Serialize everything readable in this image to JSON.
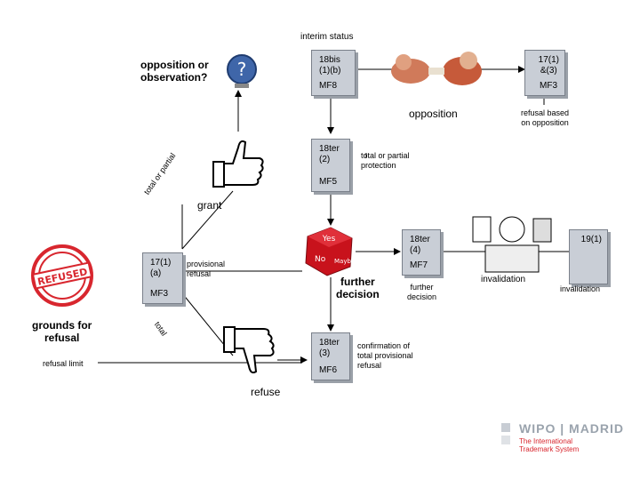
{
  "title": "interim status",
  "question": "opposition or\nobservation?",
  "boxes": {
    "b18bis": {
      "top": "18bis\n(1)(b)",
      "bottom": "MF8"
    },
    "b17_13": {
      "top": "17(1)\n&(3)",
      "bottom": "MF3"
    },
    "b18ter2": {
      "top": "18ter\n(2)",
      "bottom": "MF5"
    },
    "b17_1a": {
      "top": "17(1)\n(a)",
      "bottom": "MF3"
    },
    "b18ter3": {
      "top": "18ter\n(3)",
      "bottom": "MF6"
    },
    "b18ter4": {
      "top": "18ter\n(4)",
      "bottom": "MF7"
    },
    "b19_1": {
      "top": "19(1)"
    }
  },
  "labels": {
    "opposition": "opposition",
    "refusal_based": "refusal based\non opposition",
    "total_partial_protection": "total or partial\nprotection",
    "total_or_partial": "total or partial",
    "grant": "grant",
    "provisional_refusal": "provisional\nrefusal",
    "further_decision_big": "further\ndecision",
    "further_decision_small": "further\ndecision",
    "grounds_for_refusal": "grounds for\nrefusal",
    "refusal_limit": "refusal limit",
    "total": "total",
    "refuse": "refuse",
    "confirmation": "confirmation of\ntotal provisional\nrefusal",
    "invalidation_box": "invalidation",
    "invalidation": "invalidation",
    "stamp": "REFUSED",
    "dice_yes": "Yes",
    "dice_no": "No",
    "dice_maybe": "Maybe"
  },
  "logo": {
    "main": "WIPO | MADRID",
    "sub": "The International\nTrademark System"
  },
  "colors": {
    "box": "#c9ced6",
    "stamp": "#d8262e",
    "dice": "#c8121c",
    "logo": "#9aa3ad"
  }
}
